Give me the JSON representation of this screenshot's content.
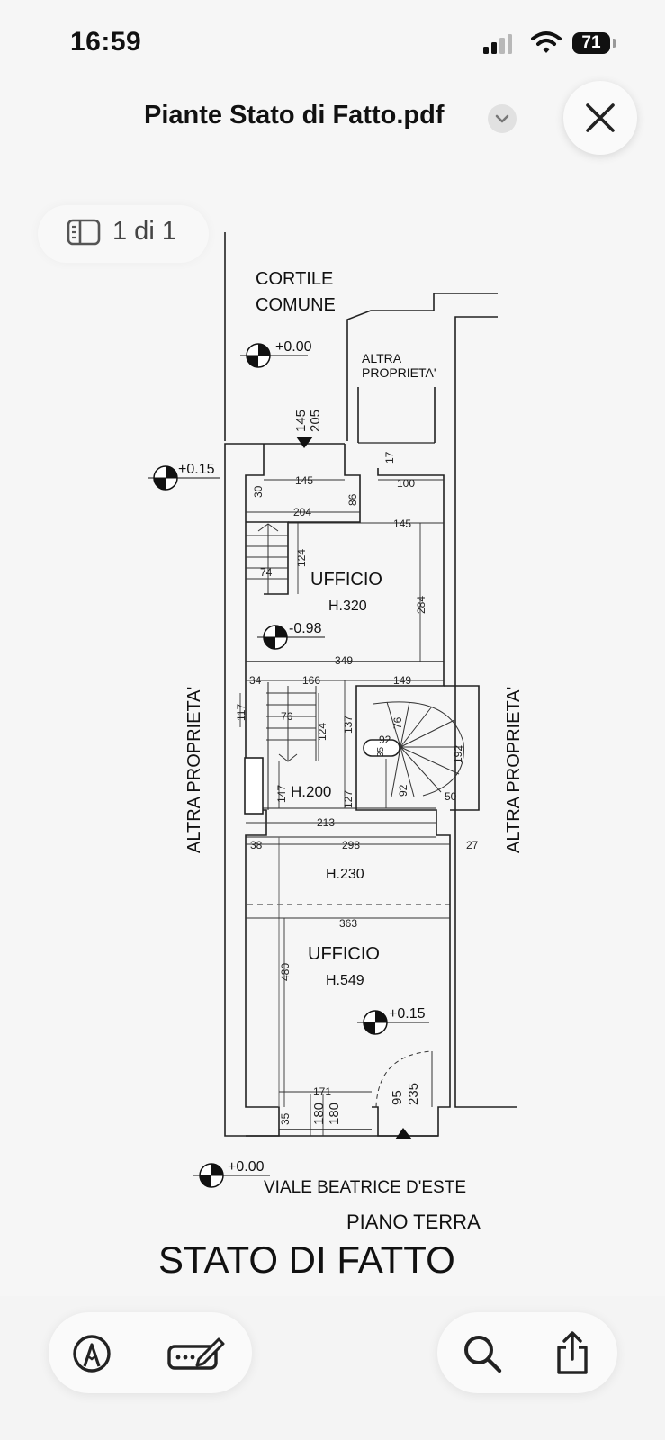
{
  "status_bar": {
    "time": "16:59",
    "battery": "71"
  },
  "document": {
    "title": "Piante Stato di Fatto.pdf",
    "page_indicator": "1 di 1"
  },
  "plan": {
    "labels": {
      "cortile_1": "CORTILE",
      "cortile_2": "COMUNE",
      "altra_top_1": "ALTRA",
      "altra_top_2": "PROPRIETA'",
      "altra_left": "ALTRA PROPRIETA'",
      "altra_right": "ALTRA PROPRIETA'",
      "ufficio_1": "UFFICIO",
      "h320": "H.320",
      "h200": "H.200",
      "h230": "H.230",
      "ufficio_2": "UFFICIO",
      "h549": "H.549",
      "street": "VIALE BEATRICE D'ESTE",
      "floor": "PIANO TERRA",
      "heading": "STATO DI FATTO"
    },
    "levels": {
      "cortile": "+0.00",
      "upper_left": "+0.15",
      "ufficio_1": "-0.98",
      "ufficio_2": "+0.15",
      "street": "+0.00"
    },
    "dims": {
      "d145a": "145",
      "d205": "205",
      "d145b": "145",
      "d17": "17",
      "d100": "100",
      "d30": "30",
      "d86": "86",
      "d204": "204",
      "d145c": "145",
      "d124a": "124",
      "d74": "74",
      "d284": "284",
      "d349": "349",
      "d34": "34",
      "d166": "166",
      "d149": "149",
      "d117": "117",
      "d76a": "76",
      "d124b": "124",
      "d137": "137",
      "d76b": "76",
      "d92a": "92",
      "d35a": "35",
      "d192": "192",
      "d147": "147",
      "d127": "127",
      "d92b": "92",
      "d50": "50",
      "d213": "213",
      "d38": "38",
      "d298": "298",
      "d27": "27",
      "d363": "363",
      "d480": "480",
      "d171": "171",
      "d95": "95",
      "d235": "235",
      "d35b": "35",
      "d180a": "180",
      "d180b": "180"
    }
  },
  "toolbar": {
    "markup_icon": "markup-pen-icon",
    "signature_icon": "signature-icon",
    "search_icon": "search-icon",
    "share_icon": "share-icon"
  }
}
